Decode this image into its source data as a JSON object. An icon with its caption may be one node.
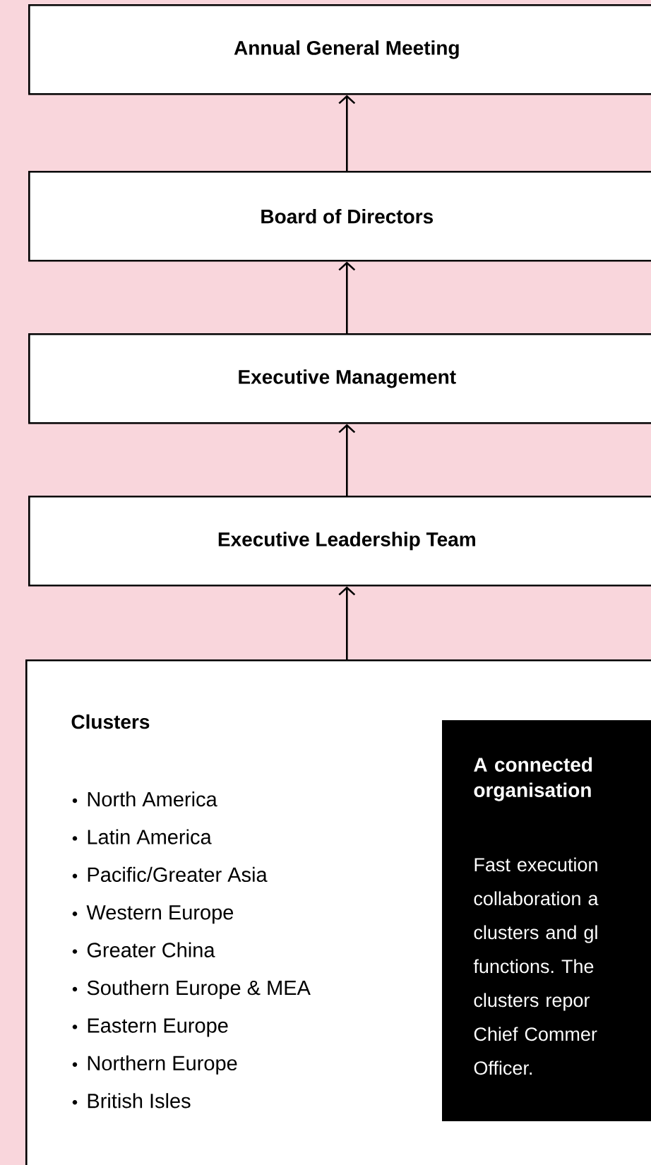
{
  "diagram": {
    "nodes": [
      {
        "text": [
          "Annual General Meeting"
        ]
      },
      {
        "text": [
          "Board of Directors"
        ]
      },
      {
        "text": [
          "Executive Management"
        ]
      },
      {
        "text": [
          "Executive Leadership Team"
        ]
      },
      {
        "text": [
          "Clusters",
          "North America",
          "Latin America",
          "Pacific/Greater Asia",
          "Western Europe",
          "Greater China",
          "Southern Europe & MEA",
          "Eastern Europe",
          "Northern Europe",
          "British Isles"
        ]
      },
      {
        "text": [
          "A connected organisation",
          "Fast execution collaboration a clusters and gl functions. The clusters repor Chief Commer Officer."
        ],
        "in": 4
      }
    ],
    "edges": [
      {
        "from": 1,
        "to": 0,
        "arrow": "to"
      },
      {
        "from": 2,
        "to": 1,
        "arrow": "to"
      },
      {
        "from": 3,
        "to": 2,
        "arrow": "to"
      },
      {
        "from": 4,
        "to": 3,
        "arrow": "to"
      }
    ]
  }
}
